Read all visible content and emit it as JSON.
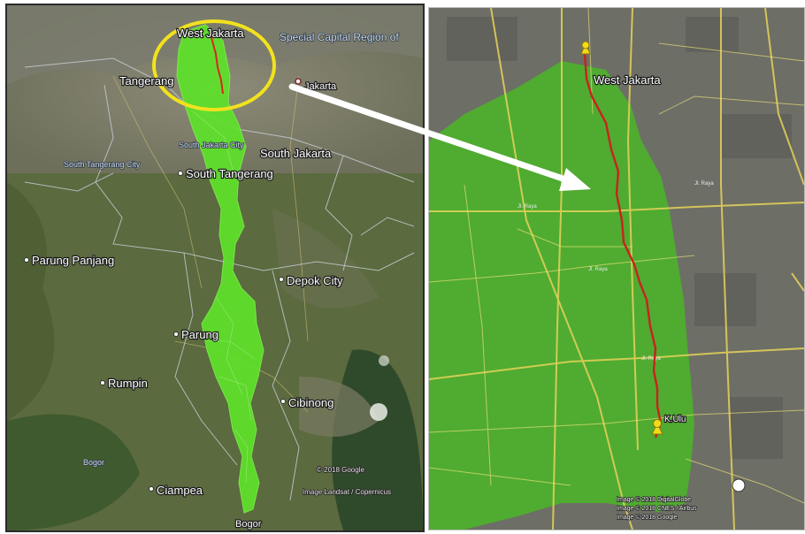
{
  "left_map": {
    "places": {
      "west_jakarta": "West Jakarta",
      "special_capital": "Special Capital Region of",
      "tangerang": "Tangerang",
      "jakarta": "Jakarta",
      "south_jakarta_small": "South Jakarta City",
      "south_jakarta": "South Jakarta",
      "south_tangerang_city": "South Tangerang City",
      "south_tangerang": "South Tangerang",
      "parung_panjang": "Parung Panjang",
      "depok": "Depok City",
      "parung": "Parung",
      "rumpin": "Rumpin",
      "cibinong": "Cibinong",
      "ciampea": "Ciampea",
      "bogor_small": "Bogor",
      "bogor": "Bogor"
    },
    "attribution": {
      "copyright": "© 2018 Google",
      "imagery": "Image Landsat / Copernicus"
    },
    "colors": {
      "watershed": "#5ee22a",
      "river": "#d8271c",
      "highlight_circle": "#f2e21d",
      "arrow": "#ffffff"
    }
  },
  "right_map": {
    "places": {
      "west_jakarta": "West Jakarta"
    },
    "markers": {
      "bottom": "K.Ulu"
    },
    "attribution": {
      "line1": "Image © 2018 DigitalGlobe",
      "line2": "Image © 2018 CNES / Airbus",
      "line3": "Image © 2018 Google"
    },
    "colors": {
      "watershed": "#4fae2e",
      "river": "#c8231b",
      "roads": "#e6d35a",
      "pin": "#f2dc1a"
    }
  }
}
